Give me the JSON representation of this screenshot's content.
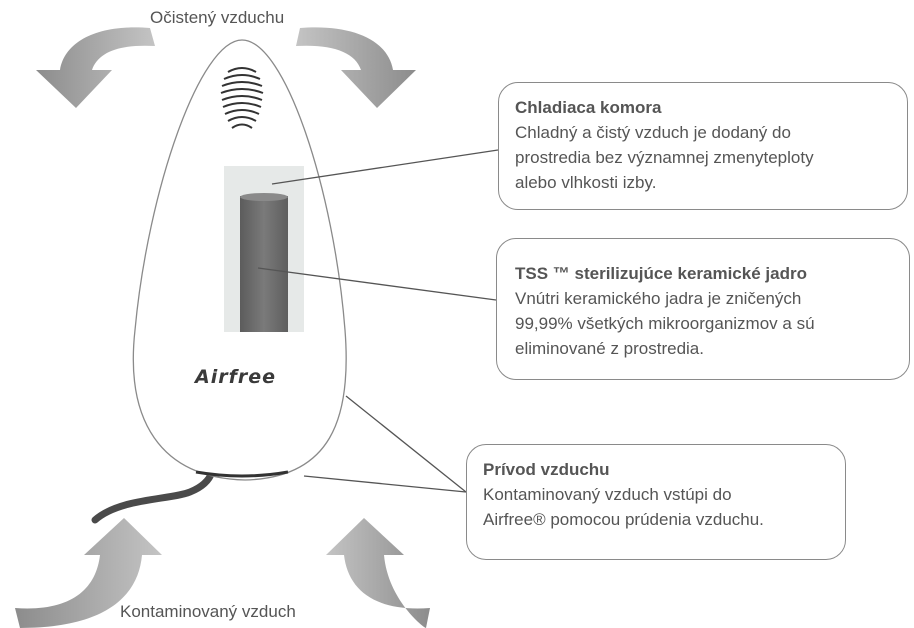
{
  "labels": {
    "top": "Očistený vzduchu",
    "bottom": "Kontaminovaný vzduch"
  },
  "device": {
    "logo": "Airfree"
  },
  "callouts": {
    "cooling": {
      "title": "Chladiaca komora",
      "lines": [
        "Chladný a čistý vzduch je dodaný do",
        "prostredia bez významnej zmenyteploty",
        "alebo vlhkosti izby."
      ]
    },
    "core": {
      "title": "TSS ™ sterilizujúce keramické jadro",
      "lines": [
        "Vnútri keramického jadra je zničených",
        "99,99% všetkých mikroorganizmov a sú",
        "eliminované z prostredia."
      ]
    },
    "intake": {
      "title": "Prívod vzduchu",
      "lines": [
        "Kontaminovaný vzduch vstúpi do",
        "Airfree® pomocou prúdenia vzduchu."
      ]
    }
  },
  "colors": {
    "arrow": "#9a9a9a",
    "outline": "#8a8a8a",
    "core": "#6f6f6f"
  }
}
